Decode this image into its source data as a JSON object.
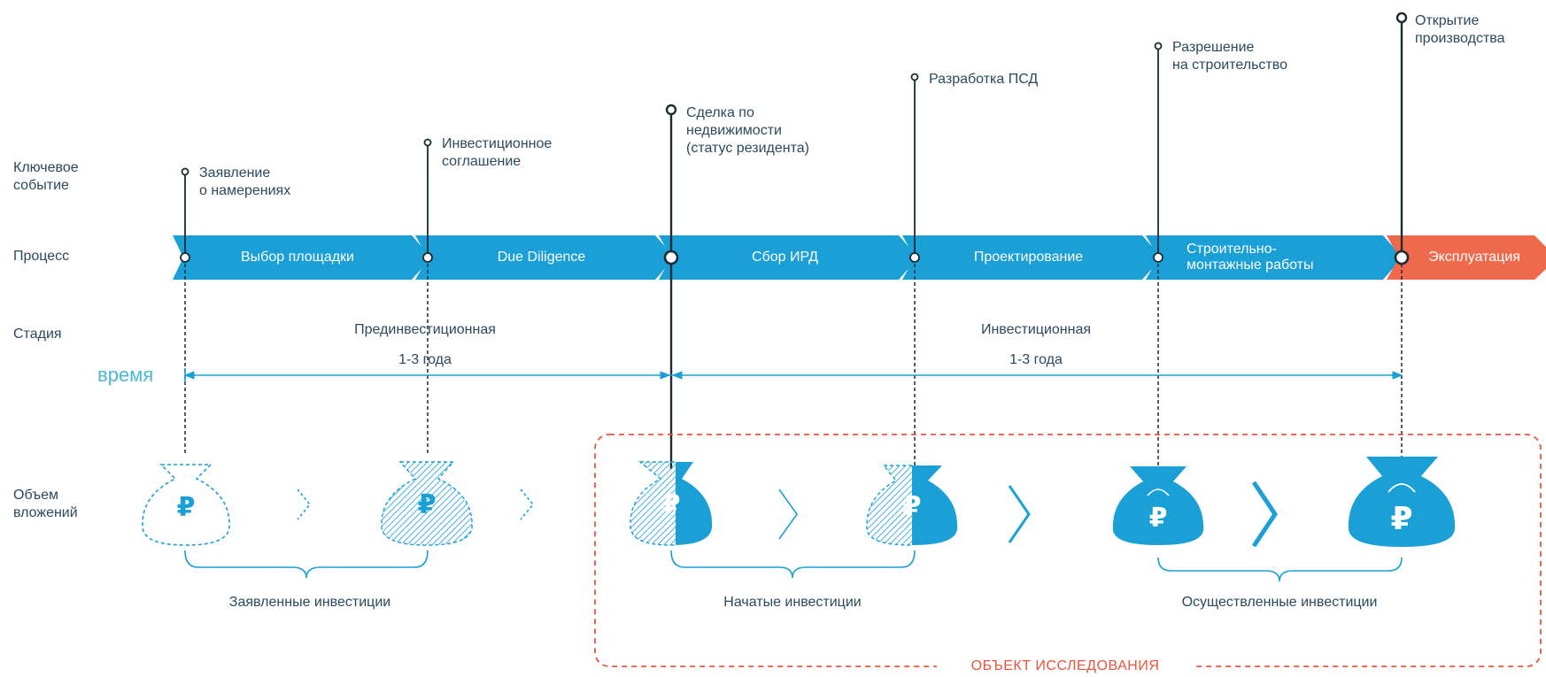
{
  "rows": {
    "key_event": "Ключевое\nсобытие",
    "process": "Процесс",
    "stage": "Стадия",
    "investment": "Объем\nвложений"
  },
  "events": [
    "Заявление\nо намерениях",
    "Инвестиционное\nсоглашение",
    "Сделка по\nнедвижимости\n(статус резидента)",
    "Разработка ПСД",
    "Разрешение\nна строительство",
    "Открытие\nпроизводства"
  ],
  "processes": [
    "Выбор площадки",
    "Due Diligence",
    "Сбор ИРД",
    "Проектирование",
    "Строительно-\nмонтажные работы",
    "Эксплуатация"
  ],
  "stages": [
    {
      "name": "Прединвестиционная",
      "duration": "1-3 года"
    },
    {
      "name": "Инвестиционная",
      "duration": "1-3 года"
    }
  ],
  "time_label": "время",
  "currency_symbol": "₽",
  "groups": [
    "Заявленные инвестиции",
    "Начатые инвестиции",
    "Осуществленные инвестиции"
  ],
  "research_object": "ОБЪЕКТ ИССЛЕДОВАНИЯ",
  "colors": {
    "process": "#1a9fd6",
    "exploitation": "#ef6a4c",
    "text": "#2b4a5e",
    "time": "#4bb8d9",
    "frame": "#e8553b"
  }
}
